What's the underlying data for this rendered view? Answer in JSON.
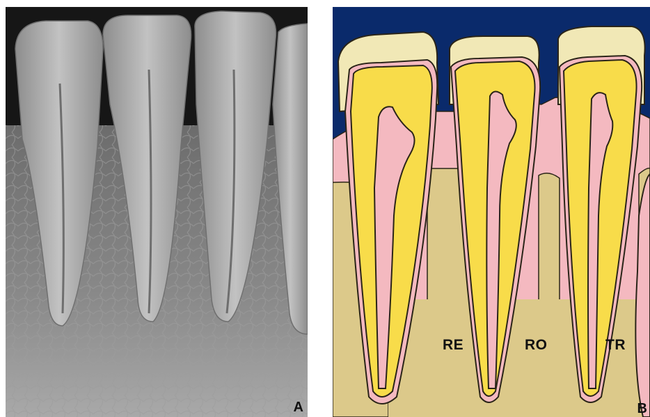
{
  "panels": {
    "left": {
      "letter": "A"
    },
    "right": {
      "letter": "B",
      "labels": {
        "re": "RE",
        "ro": "RO",
        "tr": "TR"
      }
    }
  },
  "colors": {
    "background_dark": "#0a2a6b",
    "enamel": "#f1e8b6",
    "dentin": "#f8dc4a",
    "pulp_and_gingiva": "#f4b9c0",
    "bone": "#dcc98a",
    "outline": "#2a2418"
  }
}
